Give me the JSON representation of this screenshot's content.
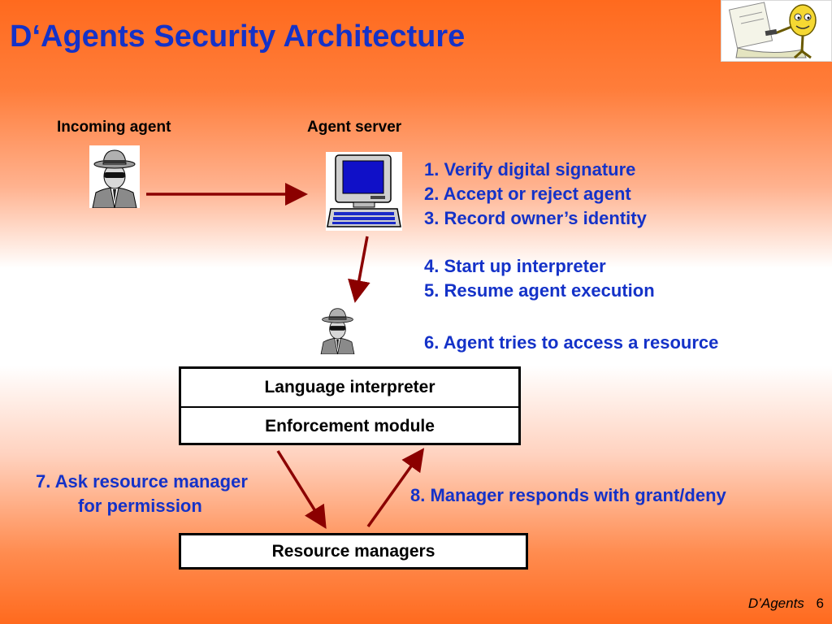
{
  "slide": {
    "title": "D‘Agents Security Architecture",
    "labels": {
      "incoming_agent": "Incoming agent",
      "agent_server": "Agent server"
    },
    "steps_upper": [
      "1. Verify digital signature",
      "2. Accept or reject agent",
      "3. Record owner’s identity"
    ],
    "steps_middle": [
      "4. Start up interpreter",
      "5. Resume agent execution"
    ],
    "step_6": "6. Agent tries to access a resource",
    "step_7_line1": "7. Ask resource manager",
    "step_7_line2": "for permission",
    "step_8": "8. Manager responds with grant/deny",
    "interpreter_box": {
      "row1": "Language interpreter",
      "row2": "Enforcement module"
    },
    "resource_box": "Resource managers",
    "footer": {
      "name": "D’Agents",
      "page": "6"
    },
    "colors": {
      "title": "#1432c8",
      "steps": "#1432c8",
      "arrows": "#8b0000"
    },
    "icons": [
      "spy-agent-icon",
      "computer-icon",
      "cartoon-logo-icon"
    ]
  }
}
